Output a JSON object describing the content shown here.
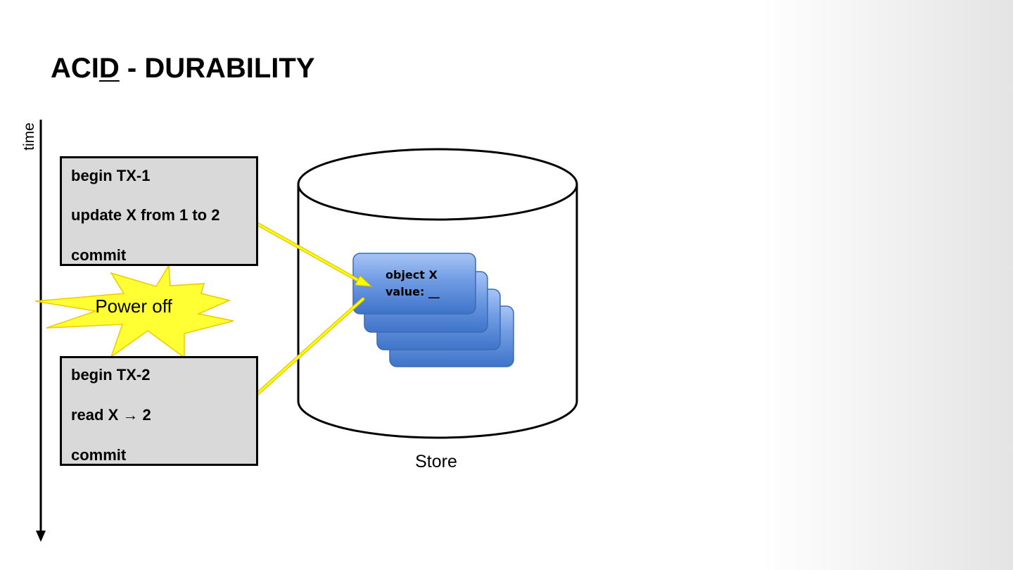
{
  "slide": {
    "title_prefix": "ACI",
    "title_underlined": "D",
    "title_suffix": " - DURABILITY",
    "time_axis_label": "time"
  },
  "transactions": [
    {
      "begin": "begin TX-1",
      "action": "update X from 1 to 2",
      "commit": "commit"
    },
    {
      "begin": "begin TX-2",
      "action": "read X → 2",
      "commit": "commit"
    }
  ],
  "event": {
    "label": "Power off",
    "color": "#ffff33"
  },
  "store": {
    "label": "Store",
    "object": {
      "name_line": "object  X",
      "value_line": "value: __"
    }
  },
  "colors": {
    "tx_box_fill": "#d9d9d9",
    "object_card_top": "#9dbcf0",
    "object_card_bottom": "#4a7fd0",
    "arrow": "#ffff00"
  },
  "icons": {
    "store": "cylinder-database-icon",
    "event": "explosion-burst-icon",
    "arrows": "yellow-arrow-icon"
  }
}
